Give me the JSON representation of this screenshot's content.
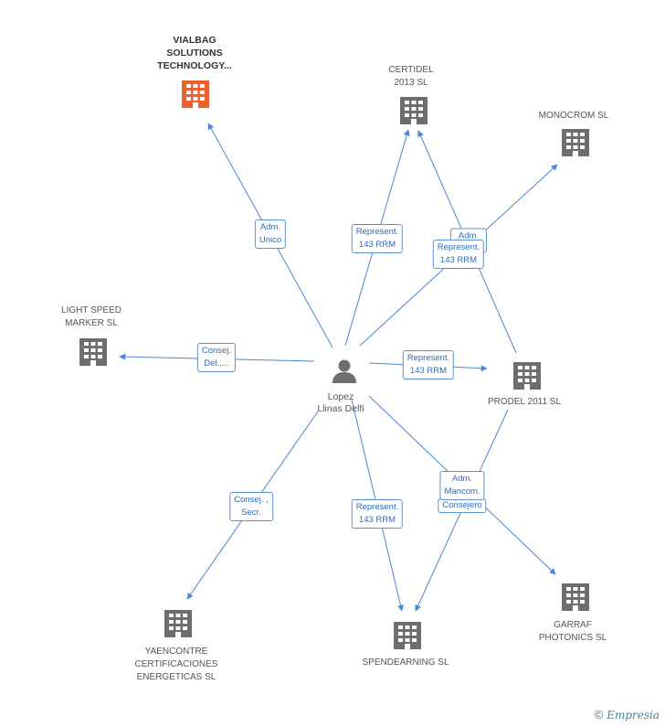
{
  "person": {
    "name_line1": "Lopez",
    "name_line2": "Llinas Delfi"
  },
  "companies": {
    "vialbag": [
      "VIALBAG",
      "SOLUTIONS",
      "TECHNOLOGY..."
    ],
    "certidel": [
      "CERTIDEL",
      "2013 SL"
    ],
    "monocrom": [
      "MONOCROM SL"
    ],
    "lightspeed": [
      "LIGHT SPEED",
      "MARKER SL"
    ],
    "prodel": [
      "PRODEL 2011 SL"
    ],
    "garraf": [
      "GARRAF",
      "PHOTONICS SL"
    ],
    "spendearning": [
      "SPENDEARNING SL"
    ],
    "yaencontre": [
      "YAENCONTRE",
      "CERTIFICACIONES",
      "ENERGETICAS SL"
    ]
  },
  "edge_labels": {
    "adm_unico": [
      "Adm.",
      "Unico"
    ],
    "represent_certidel": [
      "Represent.",
      "143 RRM"
    ],
    "adm_hidden": [
      "Adm."
    ],
    "represent_monocrom": [
      "Represent.",
      "143 RRM"
    ],
    "consej_lightspeed": [
      "Consej.",
      "Del.,..."
    ],
    "represent_prodel": [
      "Represent.",
      "143 RRM"
    ],
    "adm_mancom": [
      "Adm.",
      "Mancom."
    ],
    "consejero": [
      "Consejero"
    ],
    "represent_spendearning": [
      "Represent.",
      "143 RRM"
    ],
    "consej_secr": [
      "Consej. ,",
      "Secr."
    ]
  },
  "colors": {
    "edge": "#4a86d4",
    "building": "#6e6e6e",
    "highlight": "#f0602f",
    "person": "#6e6e6e"
  },
  "copyright": {
    "symbol": "©",
    "brand": "Empresia"
  }
}
